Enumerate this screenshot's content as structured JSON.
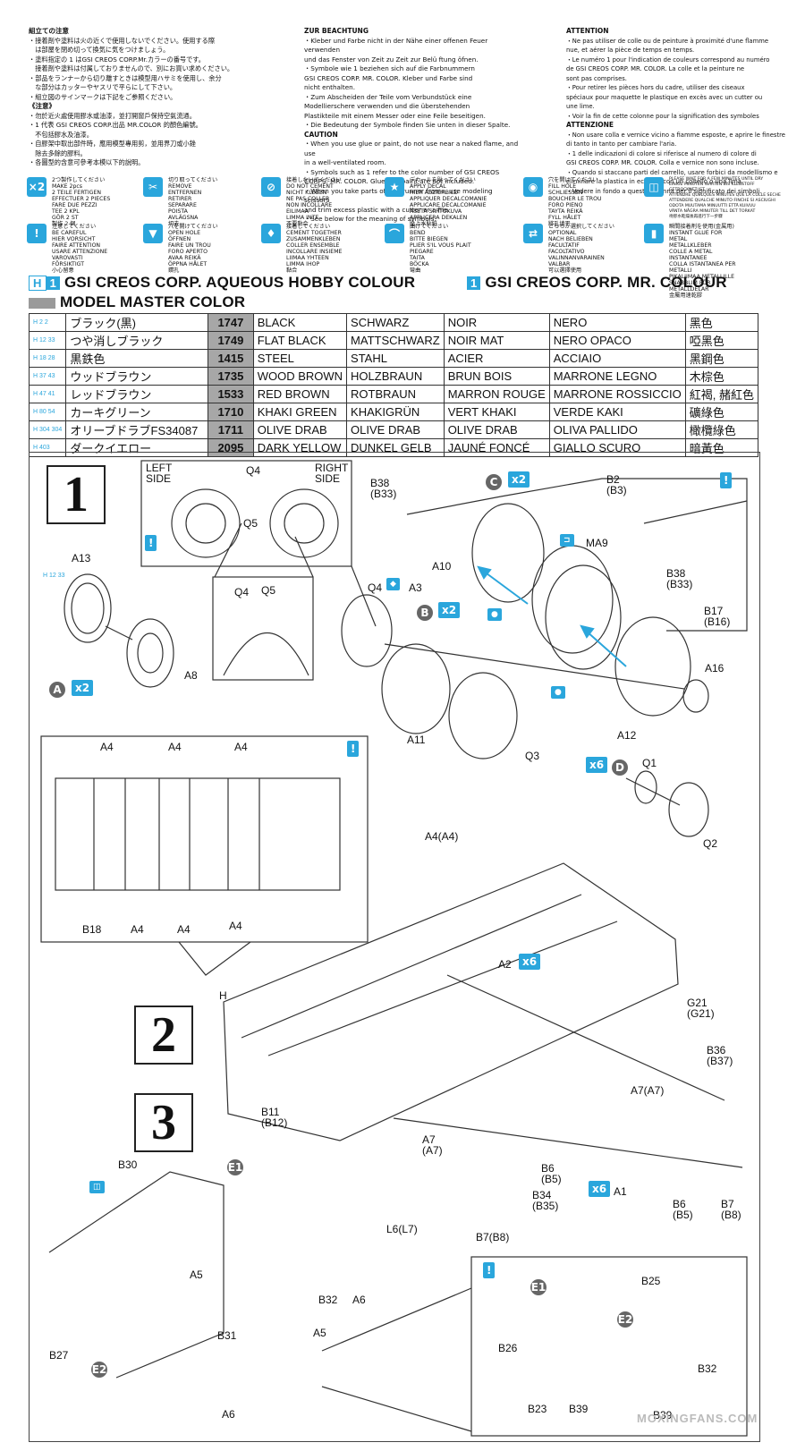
{
  "notes_jp": {
    "title": "組立ての注意",
    "lines": [
      "・接着剤や塗料は火の近くで使用しないでください。使用する際",
      "　は部屋を閉め切って換気に気をつけましょう。",
      "・塗料指定の 1 はGSI CREOS CORP.Mr.カラーの番号です。",
      "　接着剤や塗料は付属しておりませんので、別にお買い求めください。",
      "・部品をランナーから切り離すときは模型用ハサミを使用し、余分",
      "　な部分はカッターやヤスリで平らにして下さい。",
      "・組立図のサインマークは下記をご参照ください。"
    ]
  },
  "notes_cn": {
    "title": "《注意》",
    "lines": [
      "・勿於近火處使用膠水或油漆，並打開窗戶保持空氣流通。",
      "・1 代表 GSI CREOS CORP.出品 MR.COLOR 的顏色編號。",
      "　不包括膠水及油漆。",
      "・自膠架中取出部件時，應用模型專用剪，並用界刀或小銼",
      "　除去多餘的膠料。",
      "・各圖型的含意可參考本模以下的說明。"
    ]
  },
  "notes_de": {
    "title": "ZUR BEACHTUNG",
    "lines": [
      "・Kleber und Farbe nicht in der Nähe einer offenen Feuer verwenden",
      "  und das Fenster von Zeit zu Zeit zur Belü ftung öfnen.",
      "・Symbole wie 1 beziehen sich auf die Farbnummern",
      "  GSI CREOS CORP. MR. COLOR. Kleber und Farbe sind",
      "  nicht enthalten.",
      "・Zum Abscheiden der Teile vom Verbundstück eine",
      "  Modellierschere verwenden und die überstehenden",
      "  Plastikteile mit einem Messer oder eine Feile beseitigen.",
      "・Die Bedeutung der Symbole finden Sie unten in dieser Spalte."
    ]
  },
  "notes_en": {
    "title": "CAUTION",
    "lines": [
      "・When you use glue or paint, do not use near a naked flame, and use",
      "  in a well-ventilated room.",
      "・Symbols such as 1 refer to the color number of GSI CREOS",
      "  CORPS. MR. COLOR. Glue and paint are not included.",
      "・When you take parts off the runner frame, use modeling scissors",
      "  and trim excess plastic with a cutter or a file.",
      "・See below for the meaning of symbols."
    ]
  },
  "notes_fr": {
    "title": "ATTENTION",
    "lines": [
      "・Ne pas utiliser de colle ou de peinture à proximité d'une flamme",
      "  nue, et aérer la pièce de temps en temps.",
      "・Le numéro 1 pour l'indication de couleurs correspond au numéro",
      "  de GSI CREOS CORP. MR. COLOR. La colle et la peinture ne",
      "  sont pas comprises.",
      "・Pour retirer les pièces hors du cadre, utiliser des ciseaux",
      "  spéciaux pour maquette le plastique en excès avec un cutter ou",
      "  une lime.",
      "・Voir la fin de cette colonne pour la signification des symboles"
    ]
  },
  "notes_it": {
    "title": "ATTENZIONE",
    "lines": [
      "・Non usare colla e vernice vicino a fiamme esposte, e aprire le finestre",
      "  di tanto in tanto per cambiare l'aria.",
      "・1 delle indicazioni di colore si riferisce al numero di colore di",
      "  GSI CREOS CORP. MR. COLOR. Colla e vernice non sono incluse.",
      "・Quando si staccano parti del carrello, usare forbici da modellismo e",
      "  eliminare la plastica in eccesso con un coltello o una lima.",
      "・Vedere in fondo a questa colonna per il significato dei simboli."
    ]
  },
  "symbols": [
    {
      "icon": "x2",
      "text": "2つ製作してください\nMAKE 2pcs\n2 TEILE FERTIGEN\nEFFECTUER 2 PIECES\nFARE DUE PEZZI\nTEE 2 KPL\nGÖR 2 ST\n製作 2 個"
    },
    {
      "icon": "cut",
      "text": "切り取ってください\nREMOVE\nENTFERNEN\nRETIRER\nSEPARARE\nPOISTA\nAVLÄGSNA\n切去"
    },
    {
      "icon": "no-glue",
      "text": "接着しないでください\nDO NOT CEMENT\nNICHT KLEBEN\nNE PAS COLLER\nNON INCOLLARE\nEILIMAA\nLIMMA INTE\n不要黏合"
    },
    {
      "icon": "decal",
      "text": "デカールを貼ってください\nAPPLY DECAL\nHIER ABZIEHBILD\nAPPLIQUER DECALCOMANIE\nAPPLICARE DECALCOMANIE\nASETA SIIRTOKUVA\nAPPLICERA DEKALEN\n貼上水貼紙"
    },
    {
      "icon": "drill",
      "text": "穴を開けてください\nFILL HOLE\nSCHLIESSEN\nBOUCHER LE TROU\nFORO PIENO\nTAYTA REIKÄ\nFYLL HÅLET\n將孔填平"
    },
    {
      "icon": "glue",
      "text": "PLEASE WAIT FOR A FEW MINUTES UNTIL DRY\nEINIGE MINUTEN WARTEN BIS KLEBSTOFF GETROCKNET IST\nATTENDRE QUELQUES MINUTES QUE LA COLLE SECHE\nATTENDERE QUALCHE MINUTO FINCHE SI ASCIUGHI\nODOTA MUUTAMA MINUUTTI ETTÄ KUIVUU\nVÄNTA NÅGRA MINUTER TILL DET TORKAT\n待膠水乾燥後再進行下一步驟"
    },
    {
      "icon": "careful",
      "text": "注意してください\nBE CAREFUL\nHIER VORSICHT\nFAIRE ATTENTION\nUSARE ATTENZIONE\nVAROVASTI\nFÖRSIKTIGT\n小心留意"
    },
    {
      "icon": "open-hole",
      "text": "穴を開けてください\nOPEN HOLE\nÖFFNEN\nFAIRE UN TROU\nFORO APERTO\nAVAA REIKÄ\nÖPPNA HÅLET\n鑽孔"
    },
    {
      "icon": "cement",
      "text": "接着してください\nCEMENT TOGETHER\nZUSAMMENKLEBEN\nCOLLER ENSEMBLE\nINCOLLARE INSIEME\nLIIMAA YHTEEN\nLIMMA IHOP\n黏合"
    },
    {
      "icon": "bend",
      "text": "曲げてください\nBEND\nBITTE BIEGEN\nPLIER S'IL VOUS PLAIT\nPIEGARE\nTAITA\nBÖCKA\n彎曲"
    },
    {
      "icon": "optional",
      "text": "どちらか選択してください\nOPTIONAL\nNACH BELIEBEN\nFACULTATIF\nFACOLTATIVO\nVALINNANVARAINEN\nVALBAR\n可以選擇使用"
    },
    {
      "icon": "instant-glue",
      "text": "瞬間接着剤を使用(金属用)\nINSTANT GLUE FOR METAL\nMETALLKLEBER\nCOLLE A METAL INSTANTANEE\nCOLLA ISTANTANEA PER METALLI\nPIKALIIMAA METALLILLE\nSNABBLIM FÖR METALLDELAR\n金屬用速乾膠"
    }
  ],
  "color_heading": {
    "left_badge": "H",
    "left_num": "1",
    "left_title": "GSI CREOS CORP. AQUEOUS HOBBY COLOUR",
    "right_num": "1",
    "right_title": "GSI CREOS CORP. MR. COLOUR",
    "model_master": "MODEL MASTER COLOR"
  },
  "colors": [
    {
      "ref": "H 2 2",
      "jp": "ブラック(黒)",
      "code": "1747",
      "en": "BLACK",
      "de": "SCHWARZ",
      "fr": "NOIR",
      "it": "NERO",
      "zh": "黑色"
    },
    {
      "ref": "H 12 33",
      "jp": "つや消しブラック",
      "code": "1749",
      "en": "FLAT BLACK",
      "de": "MATTSCHWARZ",
      "fr": "NOIR MAT",
      "it": "NERO OPACO",
      "zh": "啞黑色"
    },
    {
      "ref": "H 18 28",
      "jp": "黒鉄色",
      "code": "1415",
      "en": "STEEL",
      "de": "STAHL",
      "fr": "ACIER",
      "it": "ACCIAIO",
      "zh": "黑鋼色"
    },
    {
      "ref": "H 37 43",
      "jp": "ウッドブラウン",
      "code": "1735",
      "en": "WOOD BROWN",
      "de": "HOLZBRAUN",
      "fr": "BRUN BOIS",
      "it": "MARRONE LEGNO",
      "zh": "木棕色"
    },
    {
      "ref": "H 47 41",
      "jp": "レッドブラウン",
      "code": "1533",
      "en": "RED BROWN",
      "de": "ROTBRAUN",
      "fr": "MARRON ROUGE",
      "it": "MARRONE ROSSICCIO",
      "zh": "紅褐, 赭紅色"
    },
    {
      "ref": "H 80 54",
      "jp": "カーキグリーン",
      "code": "1710",
      "en": "KHAKI GREEN",
      "de": "KHAKIGRÜN",
      "fr": "VERT KHAKI",
      "it": "VERDE KAKI",
      "zh": "礦綠色"
    },
    {
      "ref": "H 304 304",
      "jp": "オリーブドラブFS34087",
      "code": "1711",
      "en": "OLIVE DRAB",
      "de": "OLIVE DRAB",
      "fr": "OLIVE DRAB",
      "it": "OLIVA PALLIDO",
      "zh": "橄欖綠色"
    },
    {
      "ref": "H 403",
      "jp": "ダークイエロー",
      "code": "2095",
      "en": "DARK YELLOW",
      "de": "DUNKEL GELB",
      "fr": "JAUNÉ FONCÉ",
      "it": "GIALLO SCURO",
      "zh": "暗黃色"
    }
  ],
  "step1": {
    "number": "1",
    "left_side": "LEFT\nSIDE",
    "right_side": "RIGHT\nSIDE",
    "labels": {
      "q4_top": "Q4",
      "q5_top": "Q5",
      "q4_inset": "Q4",
      "q5_inset": "Q5",
      "a13": "A13",
      "a13_color": "H 12 33",
      "a8": "A8",
      "a_mult": "x2",
      "a_letter": "A",
      "b38": "B38\n(B33)",
      "c_letter": "C",
      "c_mult": "x2",
      "a10": "A10",
      "q4": "Q4",
      "a3": "A3",
      "b_letter": "B",
      "b_mult": "x2",
      "a11": "A11",
      "q3": "Q3",
      "ma9": "MA9",
      "a12": "A12",
      "a16": "A16",
      "b2": "B2\n(B3)",
      "b38b": "B38\n(B33)",
      "b17": "B17\n(B16)",
      "d_mult": "x6",
      "d_letter": "D",
      "q1": "Q1",
      "q2": "Q2"
    }
  },
  "step2": {
    "number": "2",
    "labels": {
      "a4_1": "A4",
      "a4_2": "A4",
      "a4_3": "A4",
      "a4_4": "A4",
      "a4_5": "A4",
      "a4_6": "A4",
      "b18": "B18",
      "a4a4": "A4(A4)",
      "a2": "A2",
      "a2_mult": "x6",
      "h": "H",
      "g21": "G21\n(G21)",
      "b36": "B36\n(B37)",
      "a7a": "A7(A7)",
      "b11": "B11\n(B12)",
      "a7b": "A7\n(A7)",
      "b6a": "B6\n(B5)",
      "b34": "B34\n(B35)",
      "b7a": "B7(B8)",
      "l6": "L6(L7)",
      "a1_mult": "x6",
      "a1": "A1",
      "b6b": "B6\n(B5)",
      "b7b": "B7\n(B8)"
    }
  },
  "step3": {
    "number": "3",
    "labels": {
      "b30": "B30",
      "e1": "E1",
      "a5a": "A5",
      "b32": "B32",
      "a6a": "A6",
      "a5b": "A5",
      "b31": "B31",
      "b27": "B27",
      "e2": "E2",
      "a6b": "A6",
      "e1_inset": "E1",
      "b26": "B26",
      "b23": "B23",
      "b39a": "B39",
      "b25": "B25",
      "e2_inset": "E2",
      "b32b": "B32",
      "b39b": "B39"
    }
  },
  "watermark": "MOXINGFANS.COM"
}
